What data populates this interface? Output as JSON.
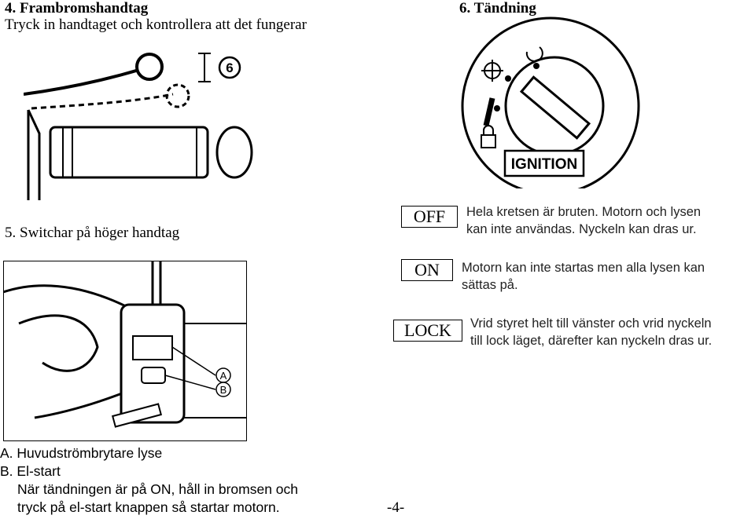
{
  "section4": {
    "heading": "4. Frambromshandtag",
    "text": "Tryck in handtaget och kontrollera att det fungerar",
    "callout": "6"
  },
  "section5": {
    "heading": "5. Switchar på höger handtag",
    "callout_a": "A",
    "callout_b": "B"
  },
  "section6": {
    "heading": "6. Tändning",
    "panel_label": "IGNITION"
  },
  "modes": [
    {
      "label": "OFF",
      "line1": "Hela kretsen är bruten. Motorn och lysen",
      "line2": "kan inte användas. Nyckeln kan dras ur."
    },
    {
      "label": "ON",
      "line1": "Motorn kan inte startas men alla lysen kan",
      "line2": "sättas på."
    },
    {
      "label": "LOCK",
      "line1": "Vrid styret helt till vänster och vrid nyckeln",
      "line2": "till lock läget, därefter kan nyckeln dras ur."
    }
  ],
  "captions": {
    "a": "A. Huvudströmbrytare lyse",
    "b": "B. El-start",
    "b_line1": "När tändningen är på ON, håll in bromsen och",
    "b_line2": "tryck på el-start knappen så startar motorn."
  },
  "page_number": "-4-"
}
